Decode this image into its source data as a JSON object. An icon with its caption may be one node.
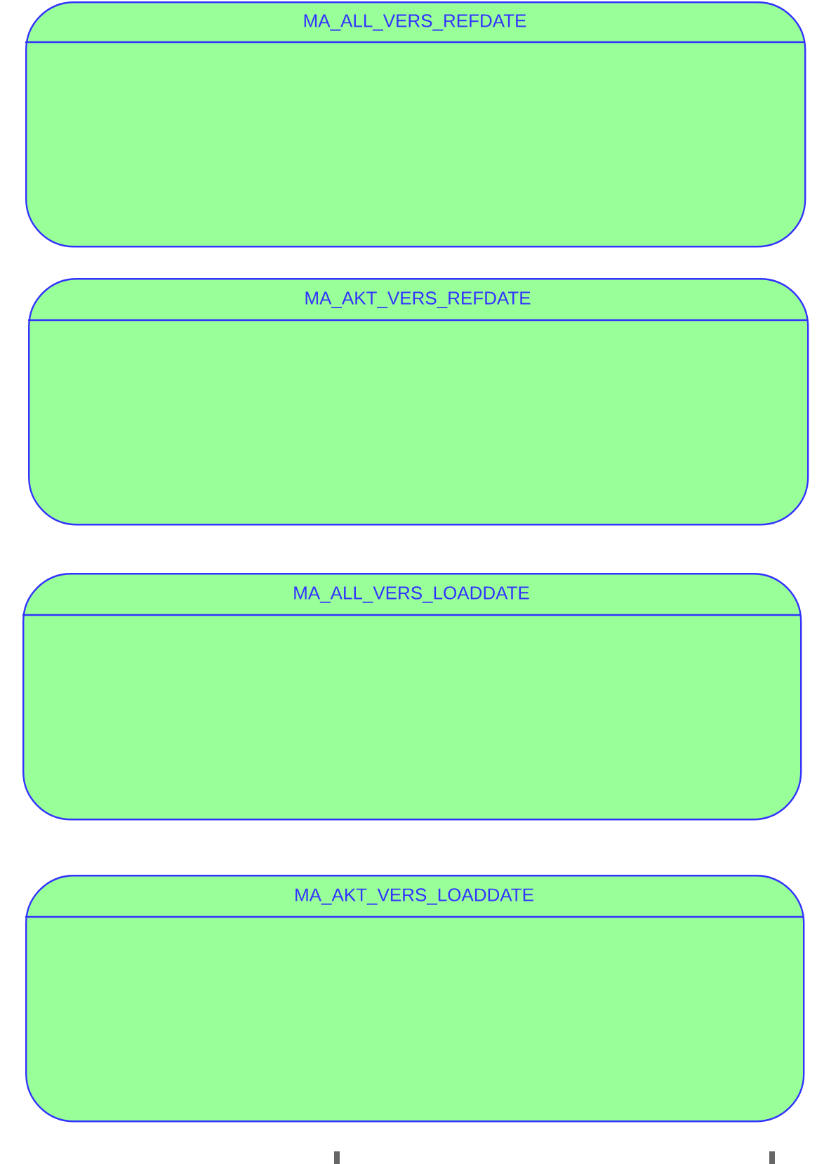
{
  "diagram": {
    "nodes": [
      {
        "text": [
          "MA_ALL_VERS_REFDATE"
        ]
      },
      {
        "text": [
          "MA_AKT_VERS_REFDATE"
        ]
      },
      {
        "text": [
          "MA_ALL_VERS_LOADDATE"
        ]
      },
      {
        "text": [
          "MA_AKT_VERS_LOADDATE"
        ]
      }
    ]
  }
}
